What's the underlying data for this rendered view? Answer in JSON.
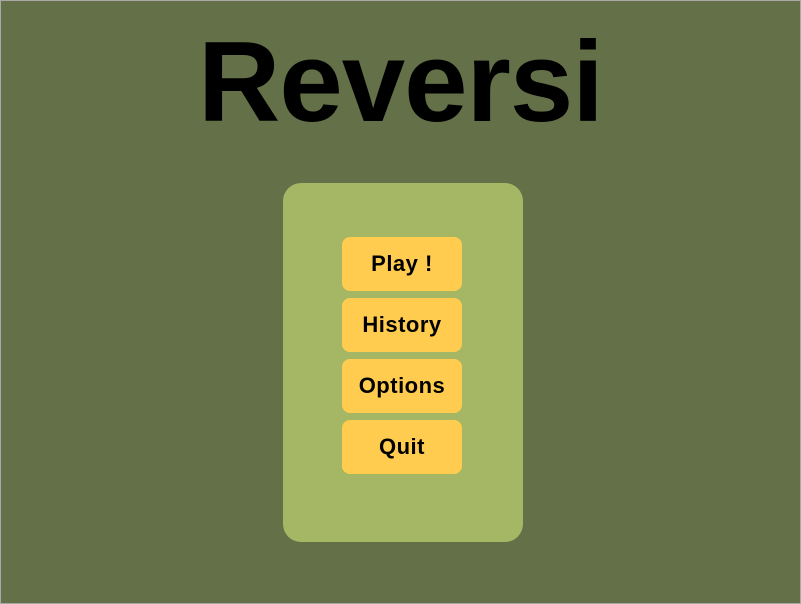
{
  "app": {
    "title": "Reversi"
  },
  "menu": {
    "play_label": "Play !",
    "history_label": "History",
    "options_label": "Options",
    "quit_label": "Quit"
  },
  "colors": {
    "background": "#637048",
    "panel": "#a5b764",
    "button": "#ffcc4f",
    "text": "#000000"
  }
}
